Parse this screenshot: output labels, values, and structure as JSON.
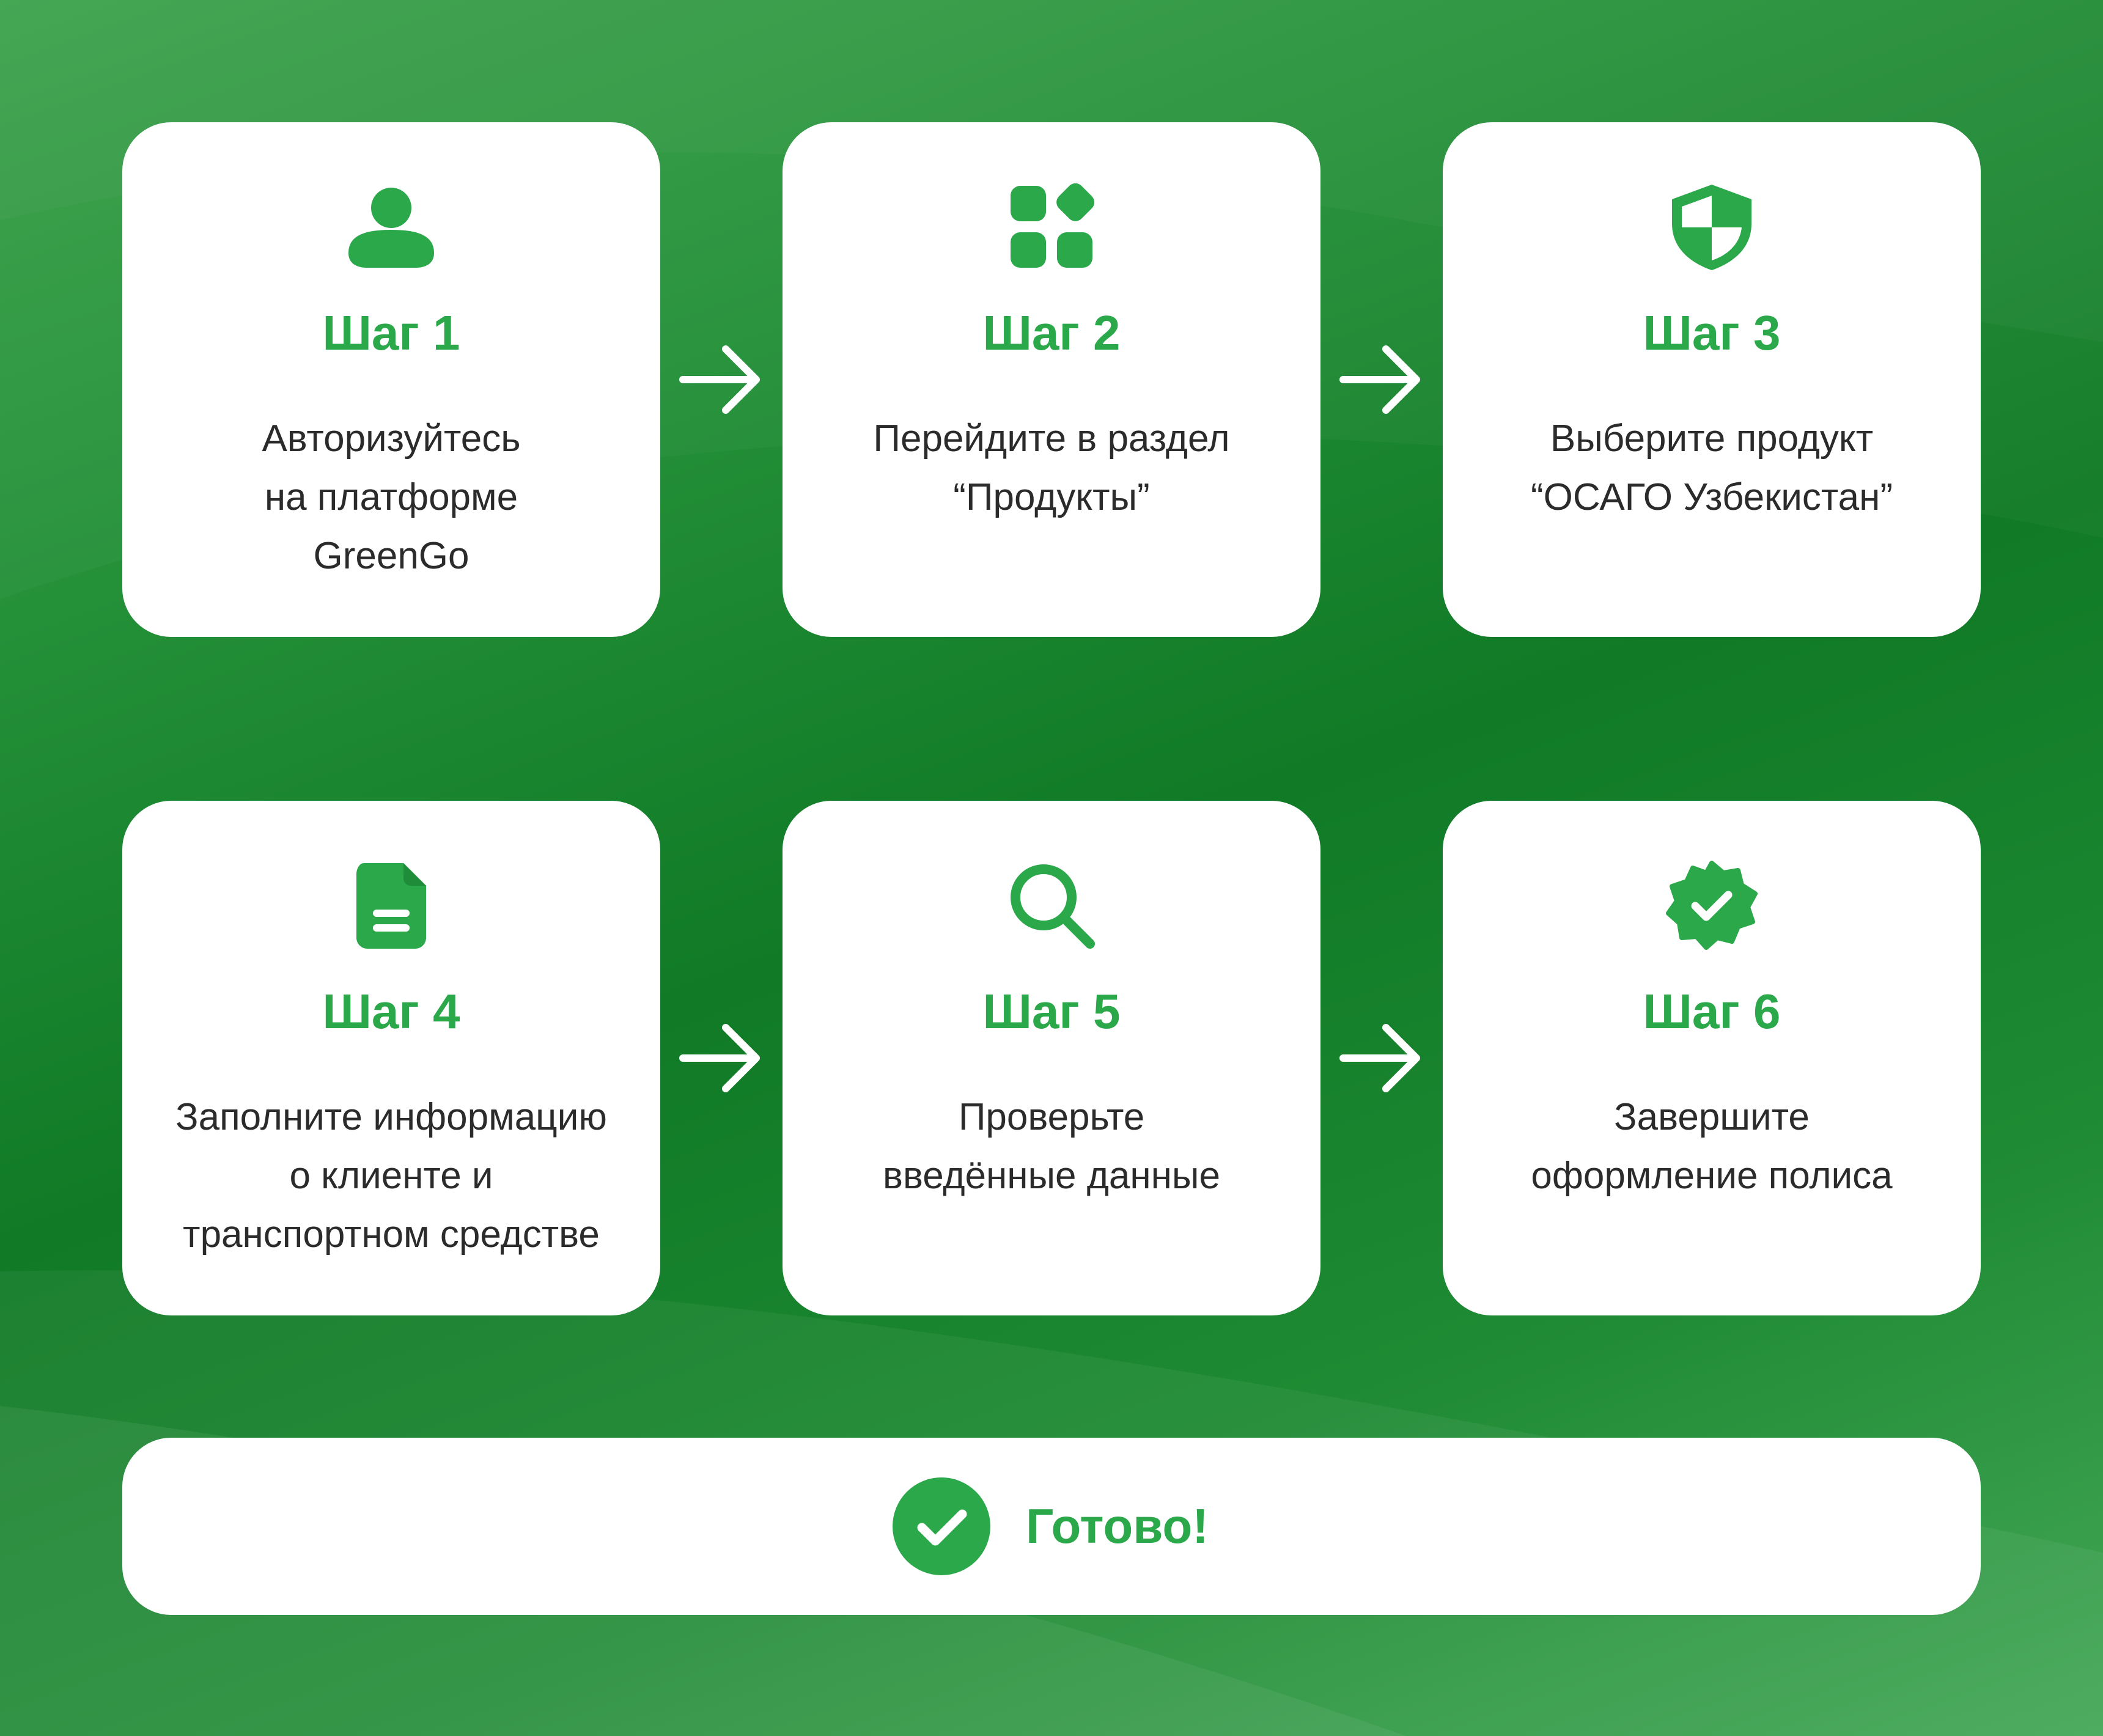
{
  "colors": {
    "accent": "#2aa84a",
    "background_dark": "#107a26",
    "background_light": "#45a858",
    "card": "#ffffff",
    "text": "#2b2b2b"
  },
  "steps": [
    {
      "title": "Шаг 1",
      "icon": "user-icon",
      "lines": [
        "Авторизуйтесь",
        "на платформе",
        "GreenGo"
      ]
    },
    {
      "title": "Шаг 2",
      "icon": "apps-icon",
      "lines": [
        "Перейдите в раздел",
        "“Продукты”"
      ]
    },
    {
      "title": "Шаг 3",
      "icon": "shield-icon",
      "lines": [
        "Выберите продукт",
        "“ОСАГО Узбекистан”"
      ]
    },
    {
      "title": "Шаг 4",
      "icon": "document-icon",
      "lines": [
        "Заполните информацию",
        "о клиенте и",
        "транспортном средстве"
      ]
    },
    {
      "title": "Шаг 5",
      "icon": "search-icon",
      "lines": [
        "Проверьте",
        "введённые данные"
      ]
    },
    {
      "title": "Шаг 6",
      "icon": "verified-badge-icon",
      "lines": [
        "Завершите",
        "оформление полиса"
      ]
    }
  ],
  "done": {
    "label": "Готово!",
    "icon": "check-circle-icon"
  }
}
